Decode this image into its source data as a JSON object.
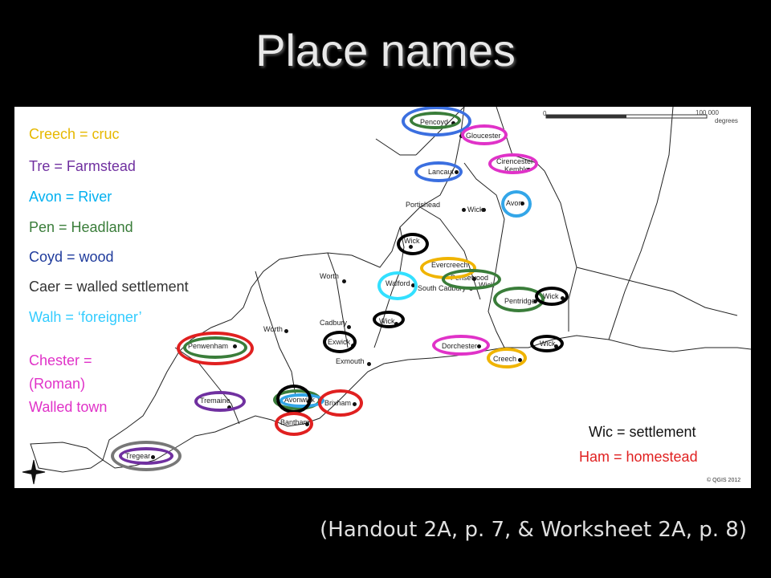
{
  "title": "Place names",
  "source": "(Handout 2A, p. 7, & Worksheet 2A, p. 8)",
  "scale_bar": {
    "zero": "0",
    "value": "100 000",
    "unit": "degrees"
  },
  "copyright": "© QGIS 2012",
  "legend": [
    {
      "text": "Creech = cruc",
      "color": "#e6b800"
    },
    {
      "text": "Tre = Farmstead",
      "color": "#7030a0"
    },
    {
      "text": "Avon = River",
      "color": "#00b0f0"
    },
    {
      "text": "Pen = Headland",
      "color": "#3a7d3a"
    },
    {
      "text": "Coyd = wood",
      "color": "#1f3b9c"
    },
    {
      "text": "Caer = walled settlement",
      "color": "#333333"
    },
    {
      "text": "Walh = ‘foreigner’",
      "color": "#33ccff"
    },
    {
      "text": "Chester =",
      "color": "#e032c8"
    },
    {
      "text": "(Roman)",
      "color": "#e032c8"
    },
    {
      "text": "Walled town",
      "color": "#e032c8"
    }
  ],
  "legend_right": [
    {
      "text": "Wic = settlement",
      "color": "#111111"
    },
    {
      "text": "Ham = homestead",
      "color": "#e02020"
    }
  ],
  "places": [
    "Pencoyd",
    "Gloucester",
    "Lancaut",
    "Cirencester",
    "Kemble",
    "Portishead",
    "Wick",
    "Avon",
    "Wick",
    "Evercreech",
    "Pensewood",
    "Walford",
    "South Cadbury",
    "Wick",
    "Worth",
    "Pentridge",
    "Wick",
    "Cadbury",
    "Wick",
    "Worth",
    "Exwick",
    "Dorchester",
    "Penwenham",
    "Exmouth",
    "Creech",
    "Wick",
    "Tremaine",
    "Avonwick",
    "Brixham",
    "Bantham",
    "Tregear"
  ],
  "ring_colors": {
    "coyd": "#3b6fe0",
    "chester": "#e032c8",
    "avon": "#33a6e8",
    "pen": "#3a7d3a",
    "creech": "#f0b400",
    "walh": "#33e0ff",
    "wic": "#000000",
    "ham": "#e02020",
    "tre": "#7030a0",
    "caer": "#777777"
  }
}
